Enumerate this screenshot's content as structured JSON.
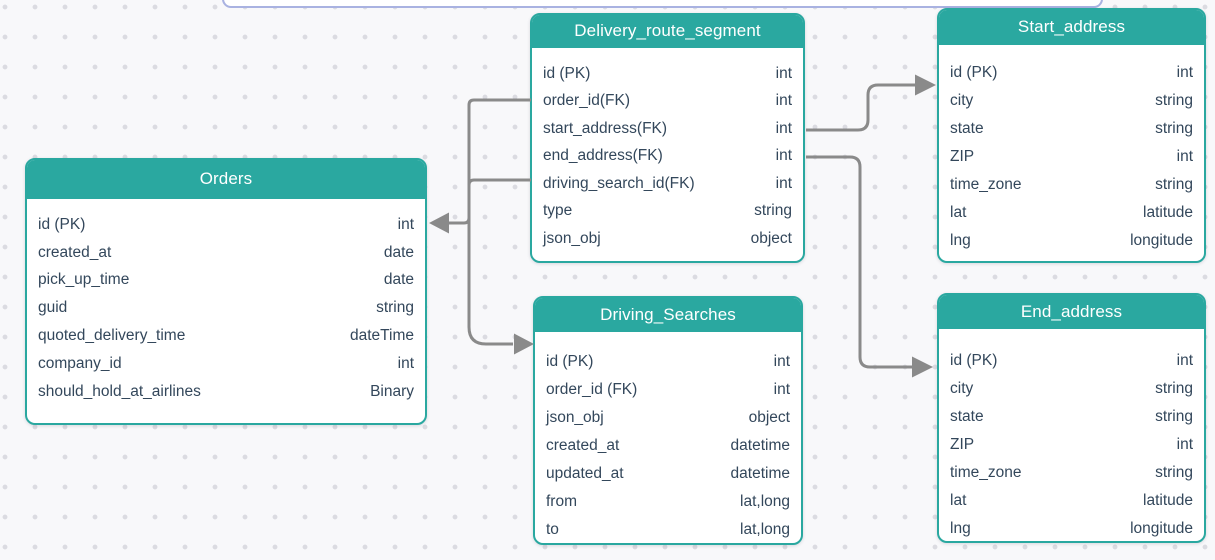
{
  "theme": {
    "accent": "#2aa8a0",
    "table-text": "#33475b",
    "header-text": "#ffffff",
    "connector": "#8a8a8a",
    "canvas-bg": "#f8f8fa",
    "dot": "#dbdbe1",
    "panel-border": "#a9b2e1"
  },
  "tables": [
    {
      "title": "Orders",
      "fields": [
        {
          "name": "id (PK)",
          "type": "int"
        },
        {
          "name": "created_at",
          "type": "date"
        },
        {
          "name": "pick_up_time",
          "type": "date"
        },
        {
          "name": "guid",
          "type": "string"
        },
        {
          "name": "quoted_delivery_time",
          "type": "dateTime"
        },
        {
          "name": "company_id",
          "type": "int"
        },
        {
          "name": "should_hold_at_airlines",
          "type": "Binary"
        }
      ]
    },
    {
      "title": "Delivery_route_segment",
      "fields": [
        {
          "name": "id (PK)",
          "type": "int"
        },
        {
          "name": "order_id(FK)",
          "type": "int"
        },
        {
          "name": "start_address(FK)",
          "type": "int"
        },
        {
          "name": "end_address(FK)",
          "type": "int"
        },
        {
          "name": "driving_search_id(FK)",
          "type": "int"
        },
        {
          "name": "type",
          "type": "string"
        },
        {
          "name": "json_obj",
          "type": "object"
        }
      ]
    },
    {
      "title": "Driving_Searches",
      "fields": [
        {
          "name": "id (PK)",
          "type": "int"
        },
        {
          "name": "order_id (FK)",
          "type": "int"
        },
        {
          "name": "json_obj",
          "type": "object"
        },
        {
          "name": "created_at",
          "type": "datetime"
        },
        {
          "name": "updated_at",
          "type": "datetime"
        },
        {
          "name": "from",
          "type": "lat,long"
        },
        {
          "name": "to",
          "type": "lat,long"
        }
      ]
    },
    {
      "title": "Start_address",
      "fields": [
        {
          "name": "id (PK)",
          "type": "int"
        },
        {
          "name": "city",
          "type": "string"
        },
        {
          "name": "state",
          "type": "string"
        },
        {
          "name": "ZIP",
          "type": "int"
        },
        {
          "name": "time_zone",
          "type": "string"
        },
        {
          "name": "lat",
          "type": "latitude"
        },
        {
          "name": "lng",
          "type": "longitude"
        }
      ]
    },
    {
      "title": "End_address",
      "fields": [
        {
          "name": "id (PK)",
          "type": "int"
        },
        {
          "name": "city",
          "type": "string"
        },
        {
          "name": "state",
          "type": "string"
        },
        {
          "name": "ZIP",
          "type": "int"
        },
        {
          "name": "time_zone",
          "type": "string"
        },
        {
          "name": "lat",
          "type": "latitude"
        },
        {
          "name": "lng",
          "type": "longitude"
        }
      ]
    }
  ],
  "relations": [
    {
      "from": "Delivery_route_segment.order_id(FK)",
      "to": "Orders.id (PK)"
    },
    {
      "from": "Delivery_route_segment.driving_search_id(FK)",
      "to": "Driving_Searches.id (PK)"
    },
    {
      "from": "Delivery_route_segment.start_address(FK)",
      "to": "Start_address.id (PK)"
    },
    {
      "from": "Delivery_route_segment.end_address(FK)",
      "to": "End_address.id (PK)"
    }
  ]
}
